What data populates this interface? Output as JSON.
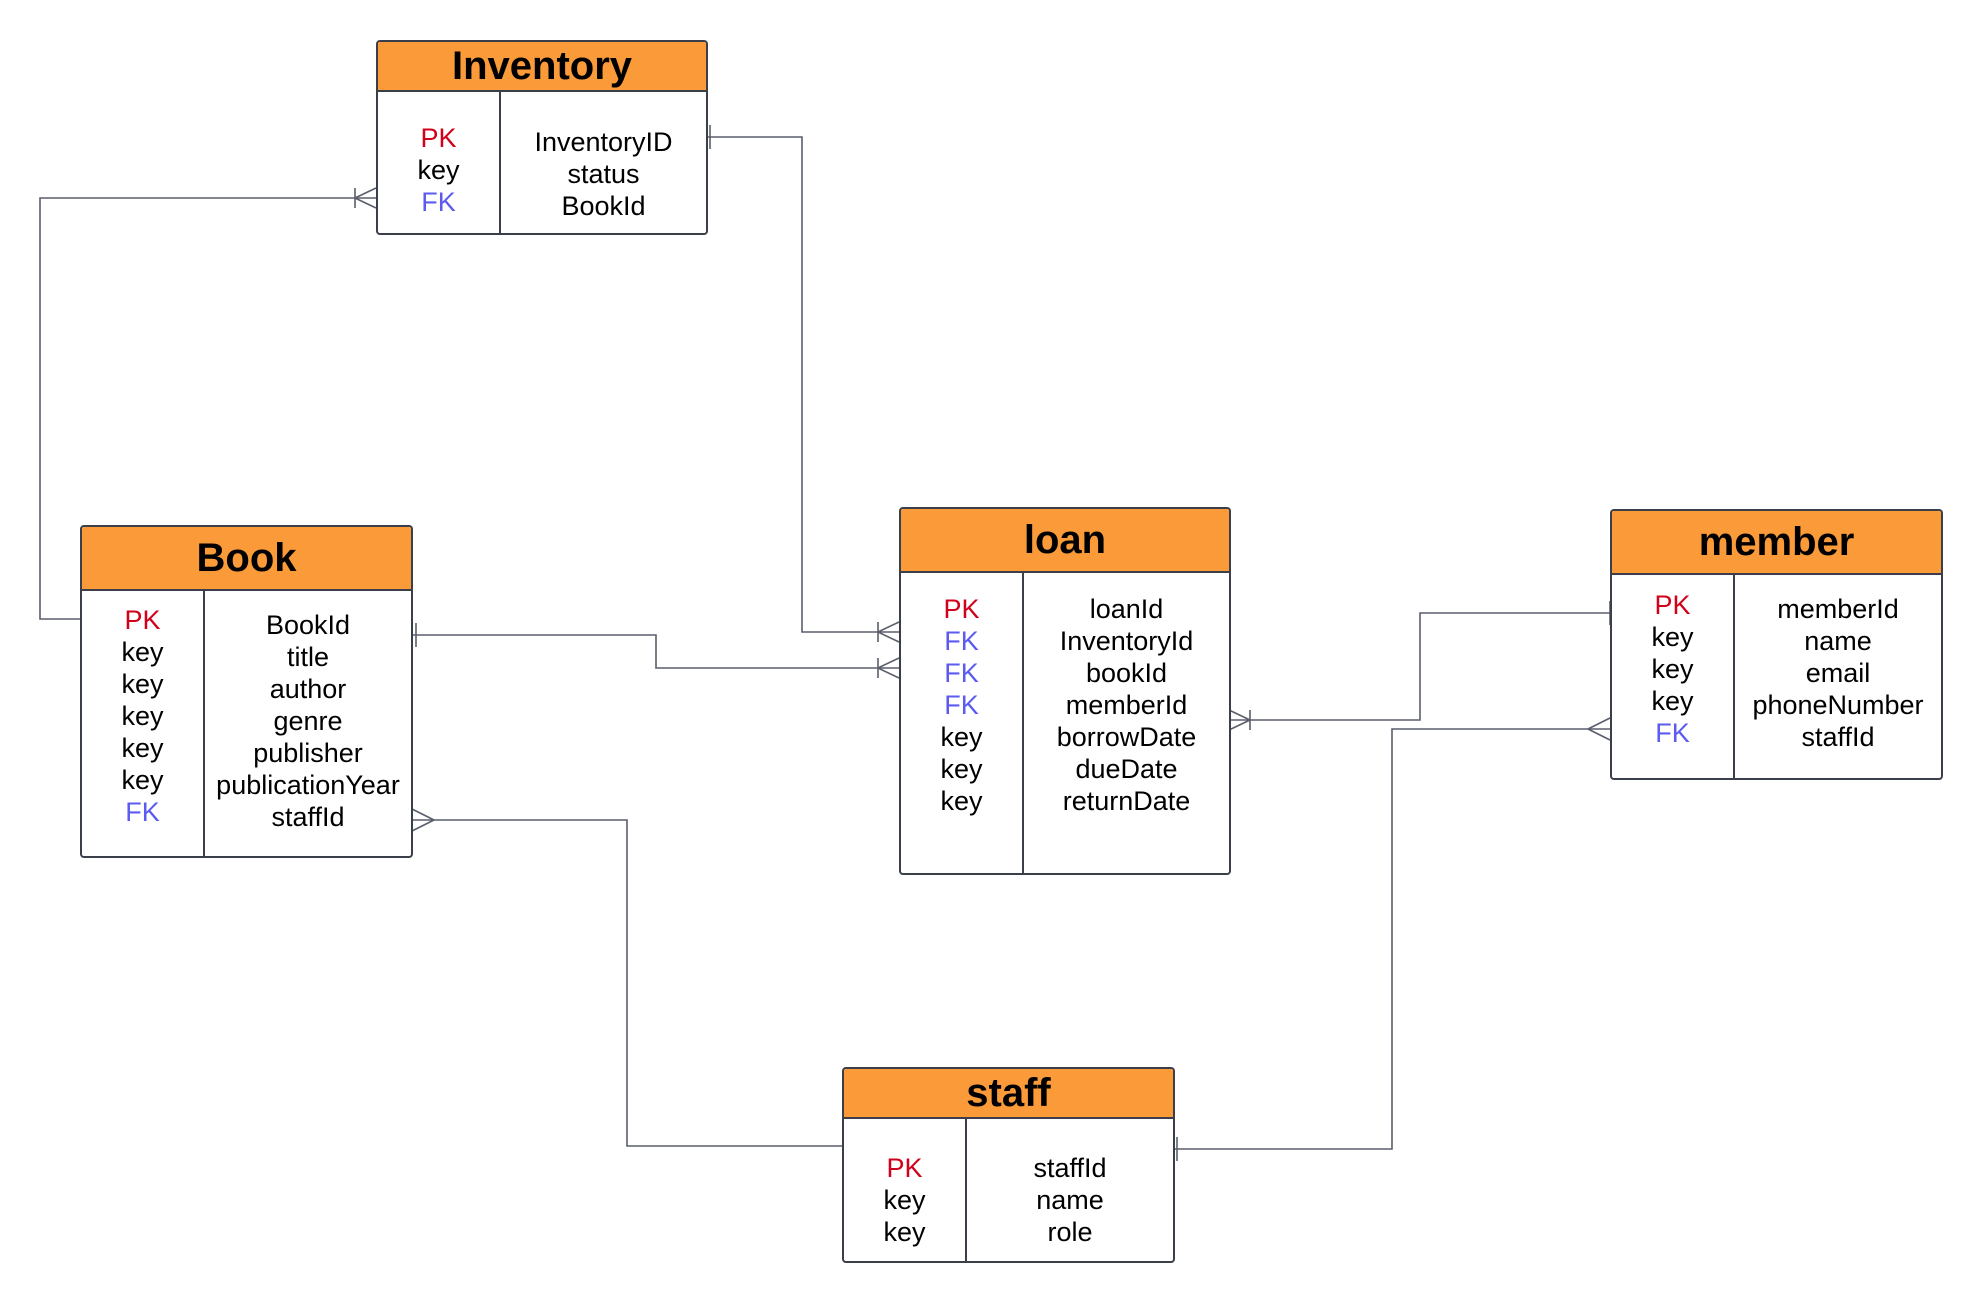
{
  "colors": {
    "header": "#fa9a38",
    "border": "#3b3f4a",
    "pk": "#d0021b",
    "fk": "#5b5bef",
    "connector": "#5a5f6b"
  },
  "entities": {
    "inventory": {
      "title": "Inventory",
      "keys": [
        "PK",
        "key",
        "FK"
      ],
      "attrs": [
        "InventoryID",
        "status",
        "BookId"
      ]
    },
    "book": {
      "title": "Book",
      "keys": [
        "PK",
        "key",
        "key",
        "key",
        "key",
        "key",
        "FK"
      ],
      "attrs": [
        "BookId",
        "title",
        "author",
        "genre",
        "publisher",
        "publicationYear",
        "staffId"
      ]
    },
    "loan": {
      "title": "loan",
      "keys": [
        "PK",
        "FK",
        "FK",
        "FK",
        "key",
        "key",
        "key"
      ],
      "attrs": [
        "loanId",
        "InventoryId",
        "bookId",
        "memberId",
        "borrowDate",
        "dueDate",
        "returnDate"
      ]
    },
    "member": {
      "title": "member",
      "keys": [
        "PK",
        "key",
        "key",
        "key",
        "FK"
      ],
      "attrs": [
        "memberId",
        "name",
        "email",
        "phoneNumber",
        "staffId"
      ]
    },
    "staff": {
      "title": "staff",
      "keys": [
        "PK",
        "key",
        "key"
      ],
      "attrs": [
        "staffId",
        "name",
        "role"
      ]
    }
  },
  "relationships": [
    {
      "from": "book",
      "to": "inventory",
      "from_end": "one",
      "to_end": "one-or-many"
    },
    {
      "from": "inventory",
      "to": "loan",
      "from_end": "one",
      "to_end": "one-or-many"
    },
    {
      "from": "book",
      "to": "loan",
      "from_end": "one",
      "to_end": "one-or-many"
    },
    {
      "from": "member",
      "to": "loan",
      "from_end": "one",
      "to_end": "one-or-many"
    },
    {
      "from": "staff",
      "to": "book",
      "from_end": "one",
      "to_end": "many"
    },
    {
      "from": "staff",
      "to": "member",
      "from_end": "one",
      "to_end": "many"
    }
  ]
}
